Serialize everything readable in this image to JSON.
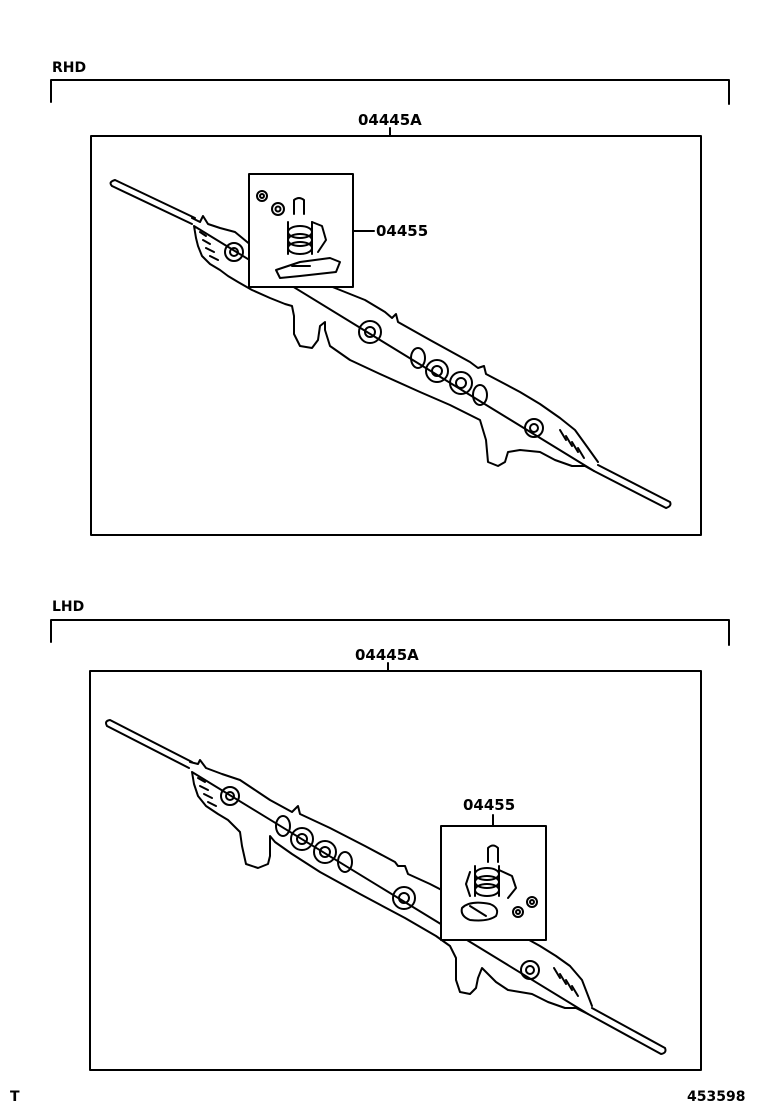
{
  "sections": [
    {
      "variant_label": "RHD",
      "assembly_part": "04445A",
      "kit_part": "04455"
    },
    {
      "variant_label": "LHD",
      "assembly_part": "04445A",
      "kit_part": "04455"
    }
  ],
  "footer": {
    "left_code": "T",
    "figure_number": "453598"
  }
}
